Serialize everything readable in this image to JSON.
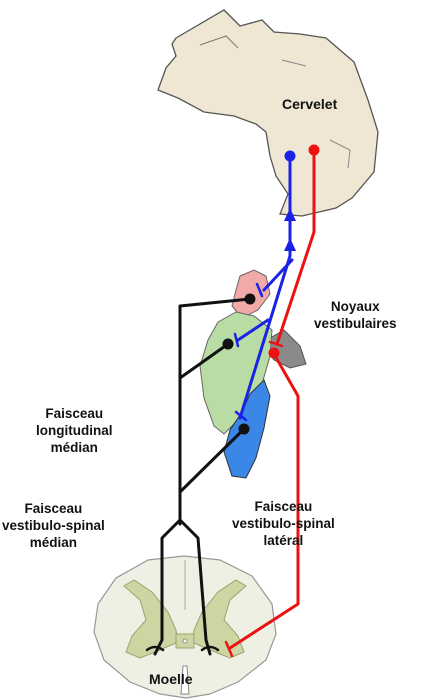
{
  "labels": {
    "cervelet": "Cervelet",
    "noyaux_vestibulaires": [
      "Noyaux",
      "vestibulaires"
    ],
    "faisceau_longitudinal_median": [
      "Faisceau",
      "longitudinal",
      "médian"
    ],
    "faisceau_vestibulo_spinal_median": [
      "Faisceau",
      "vestibulo-spinal",
      "médian"
    ],
    "faisceau_vestibulo_spinal_lateral": [
      "Faisceau",
      "vestibulo-spinal",
      "latéral"
    ],
    "moelle": "Moelle"
  },
  "colors": {
    "cerebellum_fill": "#efe6d4",
    "outline": "#555555",
    "nucleus_pink": "#f2aaa8",
    "nucleus_green": "#b8dca3",
    "nucleus_blue": "#3a87e8",
    "nucleus_gray": "#8a8a8a",
    "pathway_blue": "#1a22e6",
    "pathway_red": "#ee1111",
    "pathway_black": "#111111",
    "spinal_cord_fill": "#eef0e3",
    "gray_matter_fill": "#cdd6a2"
  }
}
